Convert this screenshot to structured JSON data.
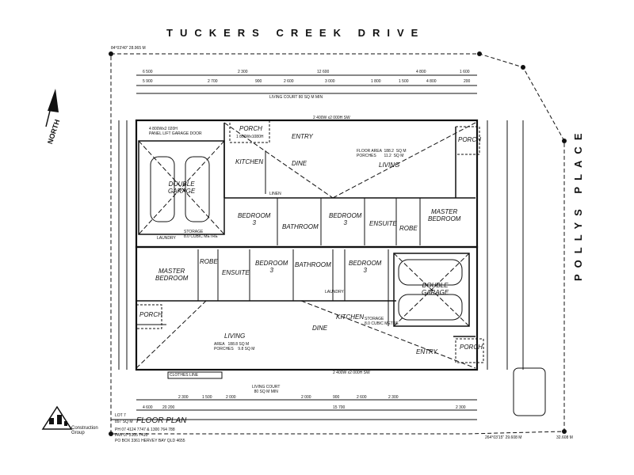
{
  "streets": {
    "top": "TUCKERS CREEK DRIVE",
    "side": "POLLYS PLACE"
  },
  "north_label": "NORTH",
  "upper_unit": {
    "porch": "PORCH",
    "entry": "ENTRY",
    "kitchen": "KITCHEN",
    "dine": "DINE",
    "living": "LIVING",
    "garage": "DOUBLE\nGARAGE",
    "bedroom_a": "BEDROOM\n3",
    "bathroom": "BATHROOM",
    "bedroom_b": "BEDROOM\n3",
    "ensuite": "ENSUITE",
    "robe": "ROBE",
    "master": "MASTER\nBEDROOM",
    "linen": "LINEN",
    "storage": "STORAGE\n8.0 CUBIC METRE",
    "laundry": "LAUNDRY",
    "porch_right": "PORCH",
    "floor_area": "FLOOR AREA  188.2  SQ M\nPORCHES       11.2  SQ M"
  },
  "lower_unit": {
    "master": "MASTER\nBEDROOM",
    "robe": "ROBE",
    "ensuite": "ENSUITE",
    "bedroom_a": "BEDROOM\n3",
    "bathroom": "BATHROOM",
    "bedroom_b": "BEDROOM\n3",
    "garage": "DOUBLE\nGARAGE",
    "porch": "PORCH",
    "living": "LIVING",
    "dine": "DINE",
    "kitchen": "KITCHEN",
    "storage": "STORAGE\n8.0 CUBIC METRE",
    "entry": "ENTRY",
    "porch_right": "PORCH",
    "laundry": "LAUNDRY",
    "floor_area": "AREA   188.8 SQ M\nPORCHES    9.8 SQ M",
    "clothes_line": "CLOTHES LINE"
  },
  "notes": {
    "living_court_top": "LIVING COURT  80 SQ M MIN",
    "living_court_bottom": "LIVING COURT\n80 SQ M MIN",
    "window_top": "2 400W x2 000H SW",
    "window_bottom": "2 400W x2 000H SW",
    "garage_door": "4 800Wx2 020H\nPANEL LIFT GARAGE DOOR",
    "entry_door": "1 800Wx1080H"
  },
  "dimensions": {
    "top_row1": [
      "6 500",
      "2 300",
      "12 600",
      "4 800",
      "1 600"
    ],
    "top_row2": [
      "5 900",
      "2 700",
      "900",
      "2 600",
      "3 000",
      "1 800",
      "1 500",
      "4 800",
      "200"
    ],
    "bottom_row1": [
      "2 300",
      "1 500",
      "2 000",
      "2 000",
      "900",
      "2 600",
      "2 300"
    ],
    "bottom_row2": [
      "4 600",
      "20 200",
      "15 700",
      "2 300"
    ],
    "boundary_top": "84°03'40\"  28.965 M",
    "boundary_bottom": "264°03'15\"  29.608 M",
    "boundary_bottom_right": "32.608 M"
  },
  "title_block": {
    "lot": "LOT 7",
    "area": "897 SQ M",
    "title": "FLOOR PLAN",
    "phone": "PH  07 4124 7747  &  1300 764 788",
    "fax": "FAX  07 3105 7410",
    "po": "PO BOX 3361 HERVEY BAY QLD   4655",
    "company": "Construction\nGroup",
    "logo": "building-logo-icon"
  }
}
